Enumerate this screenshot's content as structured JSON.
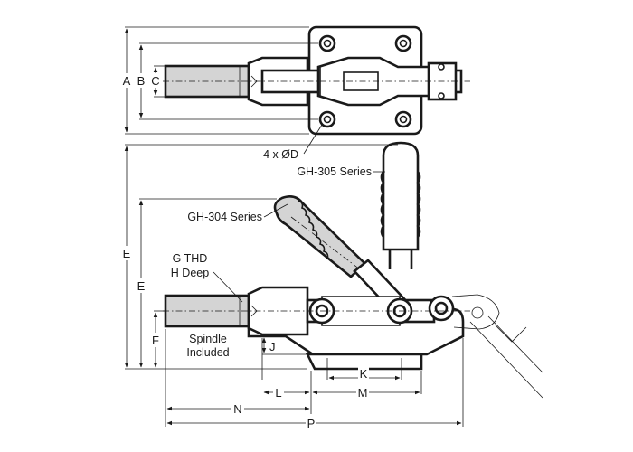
{
  "dimension_labels": {
    "A": "A",
    "B": "B",
    "C": "C",
    "E_total": "E",
    "E_handle": "E",
    "F": "F",
    "J": "J",
    "K": "K",
    "L": "L",
    "M": "M",
    "N": "N",
    "P": "P"
  },
  "notes": {
    "holes": "4 x ØD",
    "gh305": "GH-305 Series",
    "gh304": "GH-304 Series",
    "thread_line1": "G THD",
    "thread_line2": "H Deep",
    "spindle_line1": "Spindle",
    "spindle_line2": "Included"
  }
}
